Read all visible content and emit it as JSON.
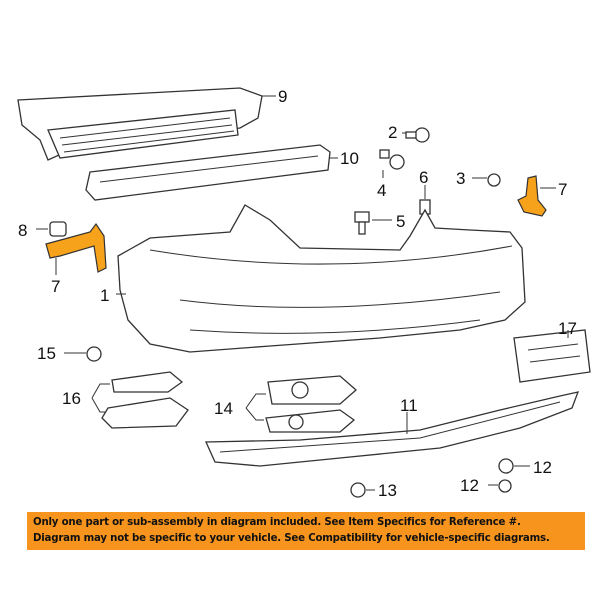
{
  "callouts": {
    "c1": "1",
    "c2": "2",
    "c3": "3",
    "c4": "4",
    "c5": "5",
    "c6": "6",
    "c7a": "7",
    "c7b": "7",
    "c8": "8",
    "c9": "9",
    "c10": "10",
    "c11": "11",
    "c12a": "12",
    "c12b": "12",
    "c13": "13",
    "c14": "14",
    "c15": "15",
    "c16": "16",
    "c17": "17"
  },
  "banner": {
    "line1": "Only one part or sub-assembly in diagram included. See Item Specifics for Reference #.",
    "line2": "Diagram may not be specific to your vehicle. See Compatibility for vehicle-specific diagrams."
  },
  "colors": {
    "highlight": "#f7a21b",
    "banner": "#f7941d"
  }
}
